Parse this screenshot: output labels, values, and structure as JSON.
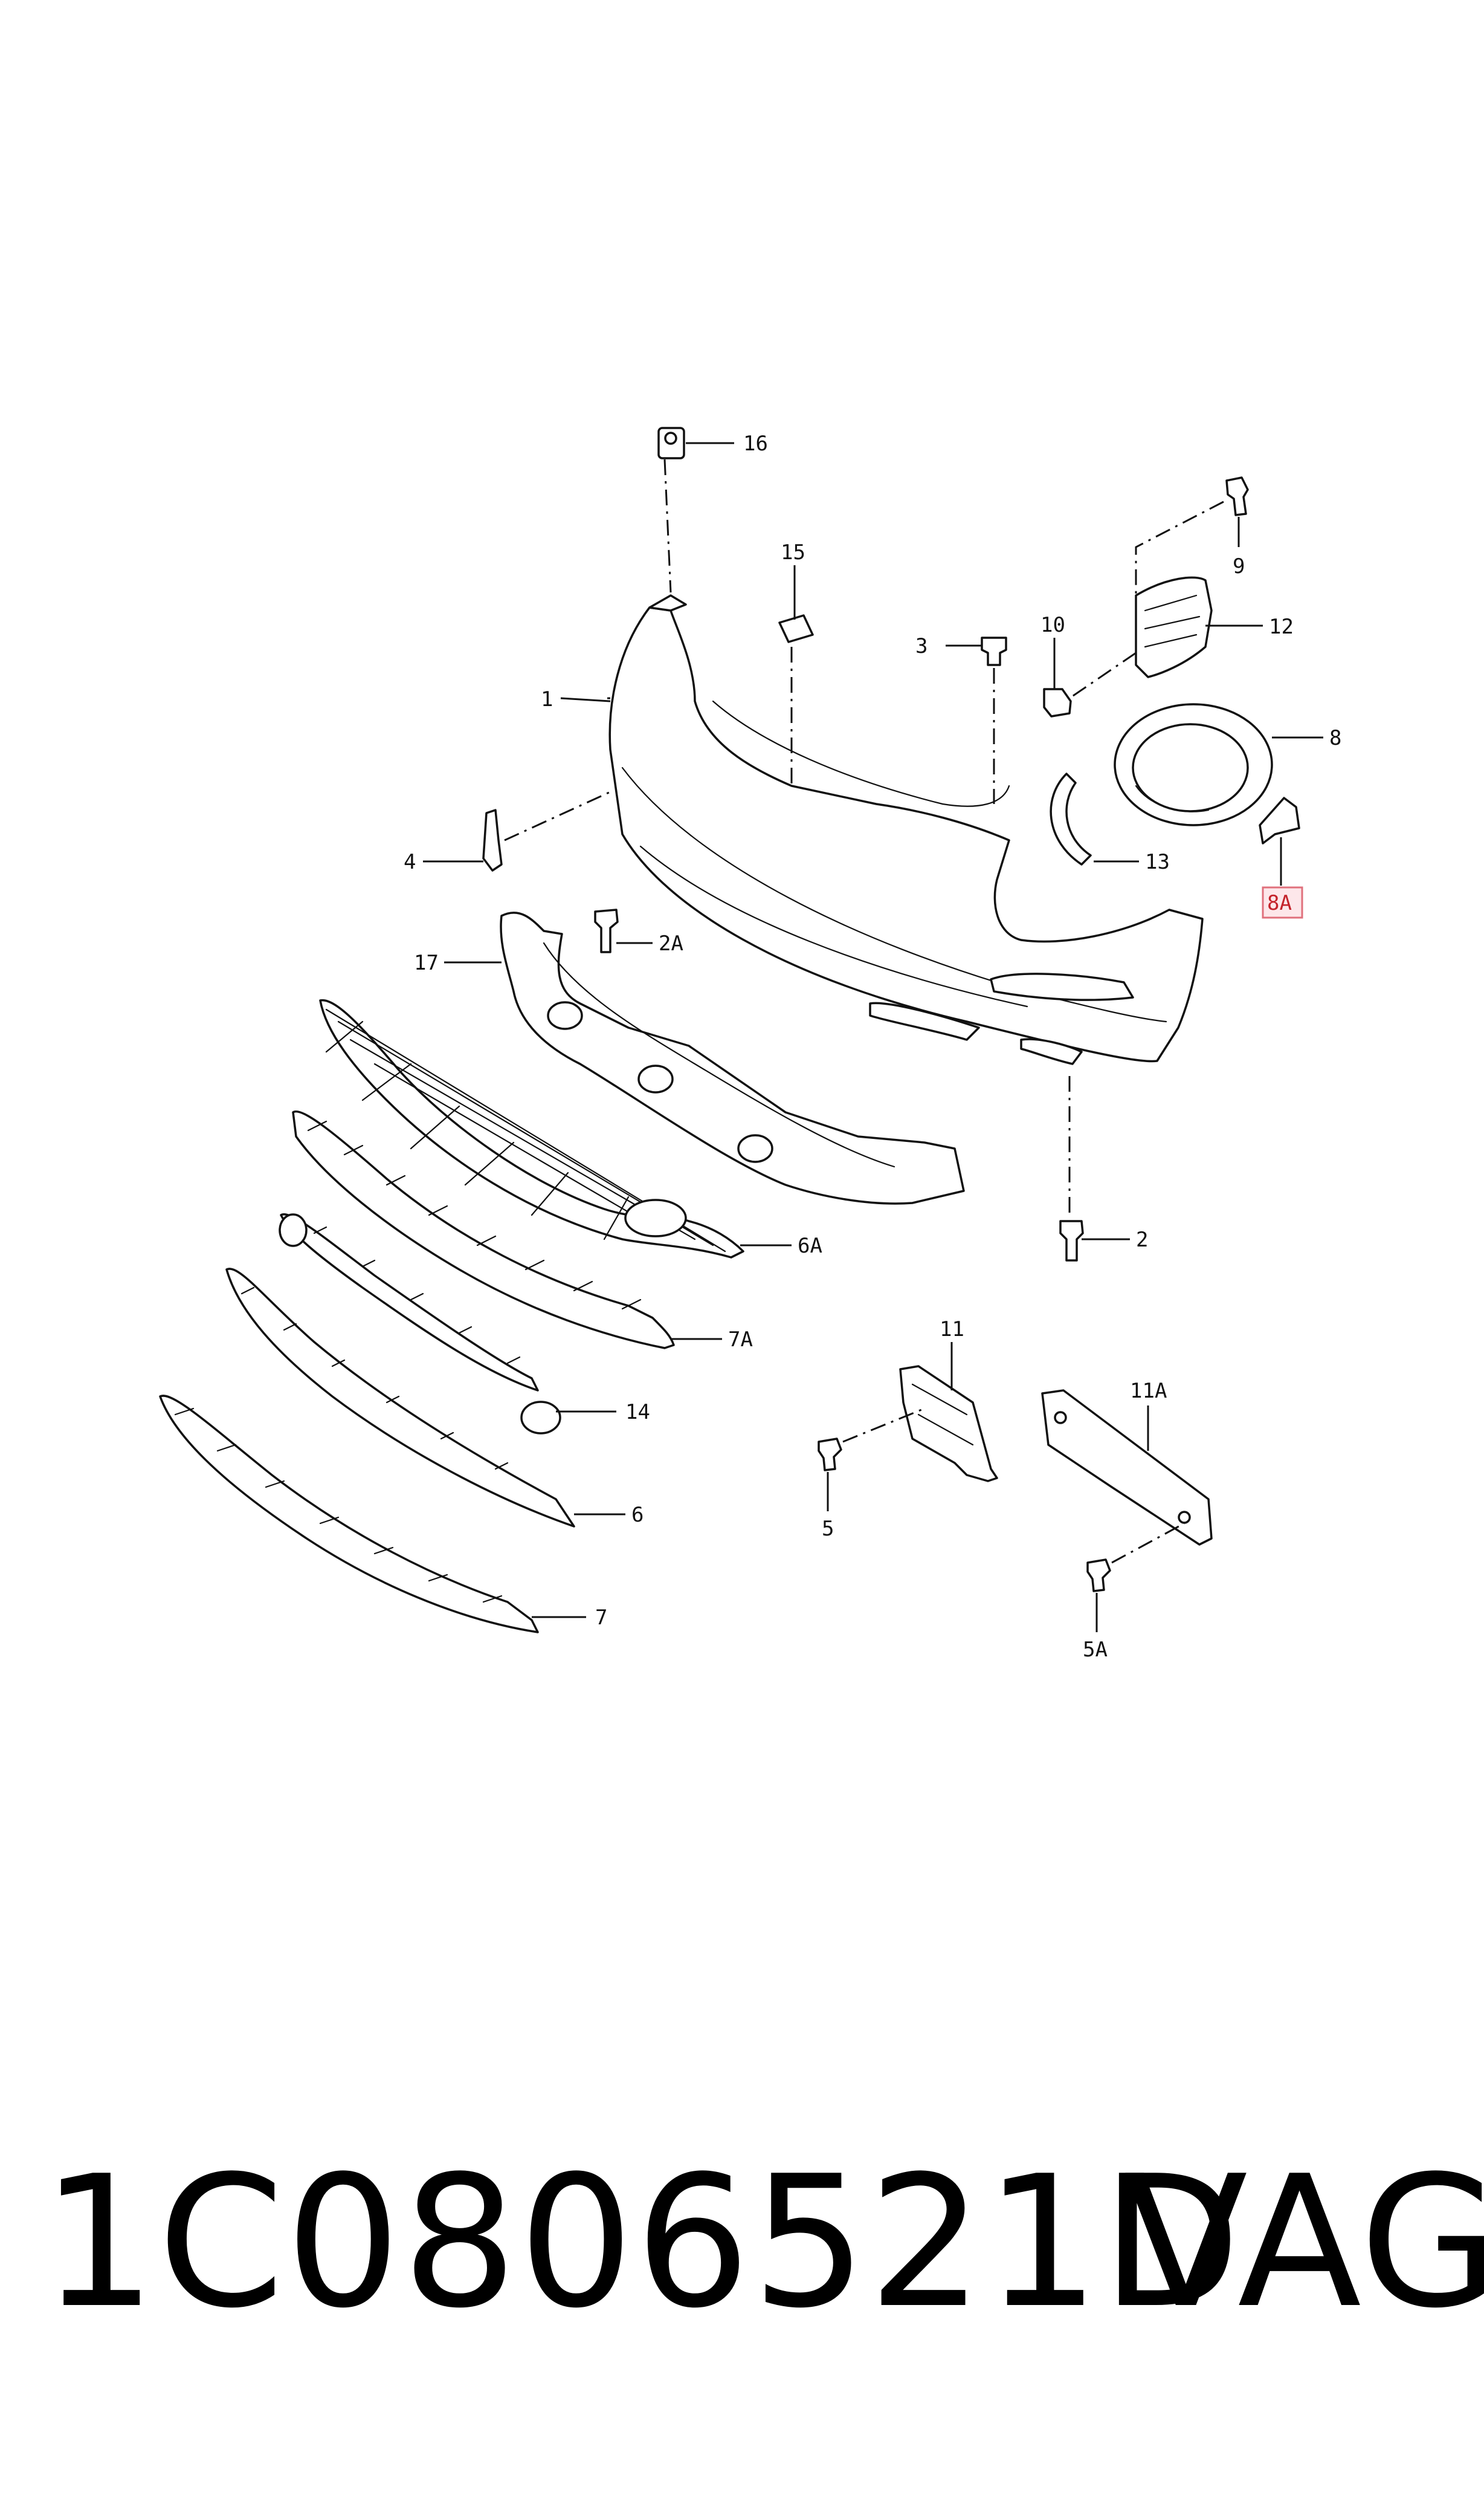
{
  "callouts": {
    "c1": "1",
    "c2": "2",
    "c2A": "2A",
    "c3": "3",
    "c4": "4",
    "c5": "5",
    "c5A": "5A",
    "c6": "6",
    "c6A": "6A",
    "c7": "7",
    "c7A": "7A",
    "c8": "8",
    "c8A": "8A",
    "c9": "9",
    "c10": "10",
    "c11": "11",
    "c11A": "11A",
    "c12": "12",
    "c13": "13",
    "c14": "14",
    "c15": "15",
    "c16": "16",
    "c17": "17"
  },
  "footer": {
    "part_number": "1C0806521D",
    "brand": "VAG"
  },
  "colors": {
    "line": "#111111",
    "highlight_text": "#c4232b",
    "highlight_fill": "#fde7ea",
    "highlight_border": "#e0707c"
  }
}
